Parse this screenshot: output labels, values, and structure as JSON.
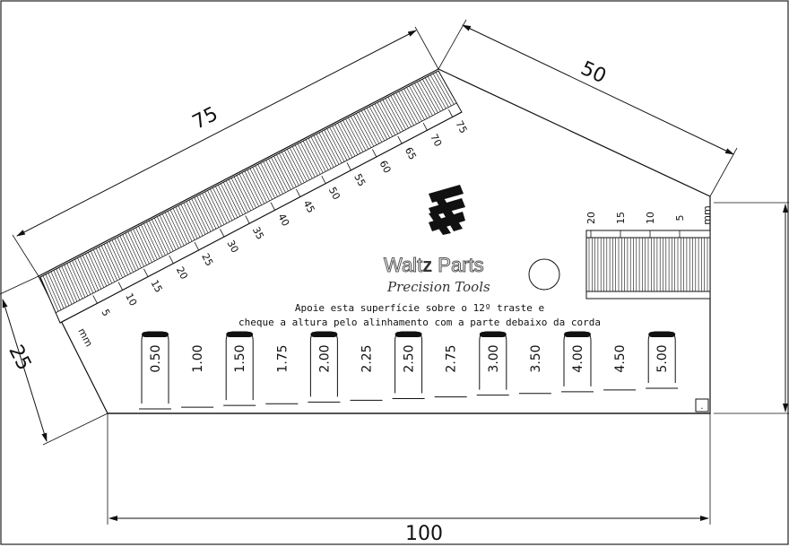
{
  "dimensions": {
    "top_left": "75",
    "top_right": "50",
    "left": "25",
    "bottom": "100"
  },
  "brand": {
    "name_prefix": "Walt",
    "name_bold": "z",
    "name_suffix": " Parts",
    "tagline": "Precision Tools"
  },
  "instructions": {
    "line1": "Apoie esta superfície sobre o 12º traste e",
    "line2": "cheque a altura pelo alinhamento com a parte debaixo da corda"
  },
  "left_scale": {
    "unit": "mm",
    "labels": [
      "5",
      "10",
      "15",
      "20",
      "25",
      "30",
      "35",
      "40",
      "45",
      "50",
      "55",
      "60",
      "65",
      "70",
      "75"
    ]
  },
  "right_scale": {
    "unit": "mm",
    "labels": [
      "20",
      "15",
      "10",
      "5"
    ]
  },
  "gauges": [
    {
      "label": "0.50",
      "slot": true
    },
    {
      "label": "1.00",
      "slot": false
    },
    {
      "label": "1.50",
      "slot": true
    },
    {
      "label": "1.75",
      "slot": false
    },
    {
      "label": "2.00",
      "slot": true
    },
    {
      "label": "2.25",
      "slot": false
    },
    {
      "label": "2.50",
      "slot": true
    },
    {
      "label": "2.75",
      "slot": false
    },
    {
      "label": "3.00",
      "slot": true
    },
    {
      "label": "3.50",
      "slot": false
    },
    {
      "label": "4.00",
      "slot": true
    },
    {
      "label": "4.50",
      "slot": false
    },
    {
      "label": "5.00",
      "slot": true
    }
  ],
  "corner_mark": "."
}
